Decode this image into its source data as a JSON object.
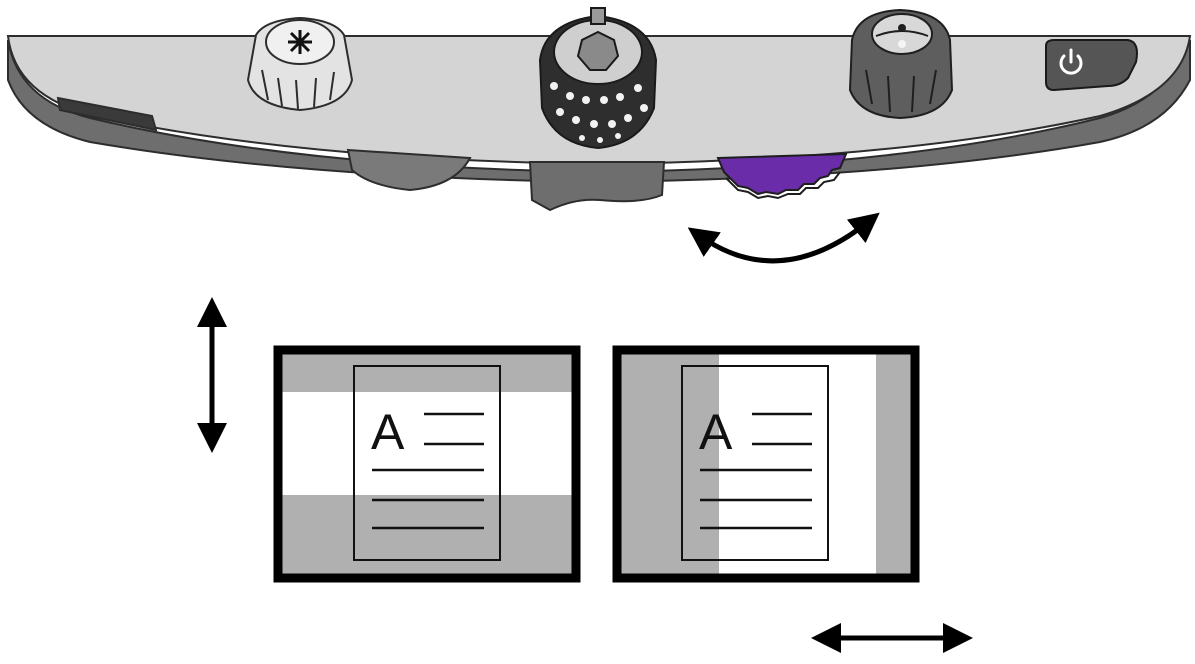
{
  "diagram": {
    "device": {
      "power_icon": "power-icon",
      "highlighted_control": "scroll-wheel",
      "highlight_color": "#6a2ca8",
      "body_color": "#d4d4d4",
      "body_shadow_color": "#757575",
      "outline_color": "#2d2d2d"
    },
    "screens": [
      {
        "mode": "horizontal-band",
        "document_letter": "A",
        "mask_color": "#b0b0b0",
        "arrow": "vertical-double-arrow"
      },
      {
        "mode": "vertical-band",
        "document_letter": "A",
        "mask_color": "#b0b0b0",
        "arrow": "horizontal-double-arrow"
      }
    ],
    "rotation_arrow": "curved-double-arrow"
  }
}
